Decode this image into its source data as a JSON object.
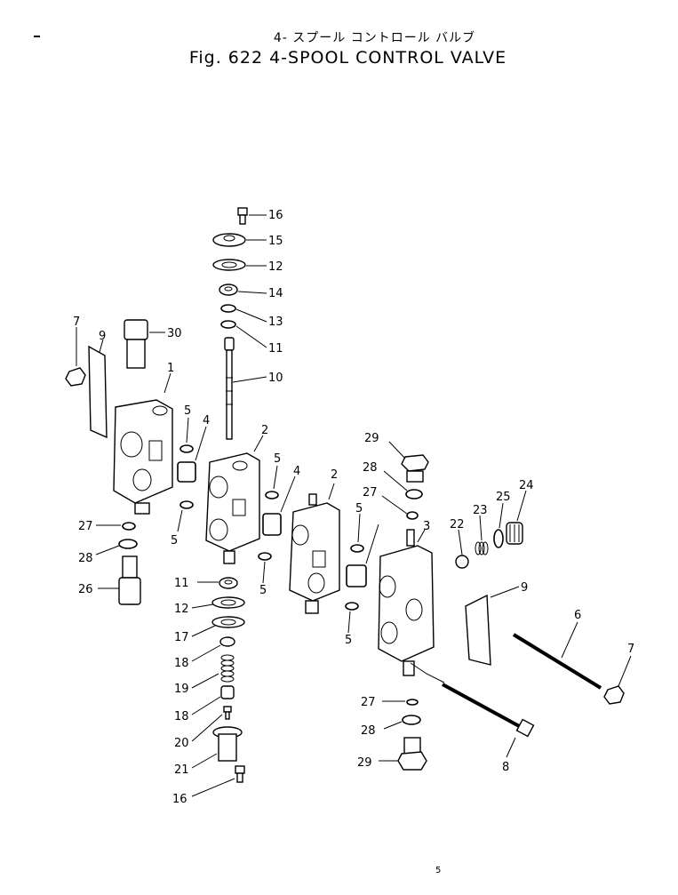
{
  "title_jp": "4- スプール コントロール バルブ",
  "title_en": "Fig. 622 4-SPOOL CONTROL VALVE",
  "footer": "5",
  "labels": {
    "l16a": "16",
    "l15": "15",
    "l12a": "12",
    "l14": "14",
    "l13": "13",
    "l11a": "11",
    "l10": "10",
    "l7a": "7",
    "l9a": "9",
    "l30": "30",
    "l1": "1",
    "l5a": "5",
    "l4a": "4",
    "l2a": "2",
    "l5b": "5",
    "l4b": "4",
    "l2b": "2",
    "l29a": "29",
    "l28a": "28",
    "l27a": "27",
    "l22": "22",
    "l23": "23",
    "l25": "25",
    "l24": "24",
    "l3": "3",
    "l27b": "27",
    "l28b": "28",
    "l26": "26",
    "l5c": "5",
    "l5d": "5",
    "l5e": "5",
    "l5f": "5",
    "l11b": "11",
    "l12b": "12",
    "l17": "17",
    "l18a": "18",
    "l19": "19",
    "l18b": "18",
    "l20": "20",
    "l21": "21",
    "l16b": "16",
    "l9b": "9",
    "l6": "6",
    "l7b": "7",
    "l27c": "27",
    "l28c": "28",
    "l29b": "29",
    "l8": "8"
  }
}
